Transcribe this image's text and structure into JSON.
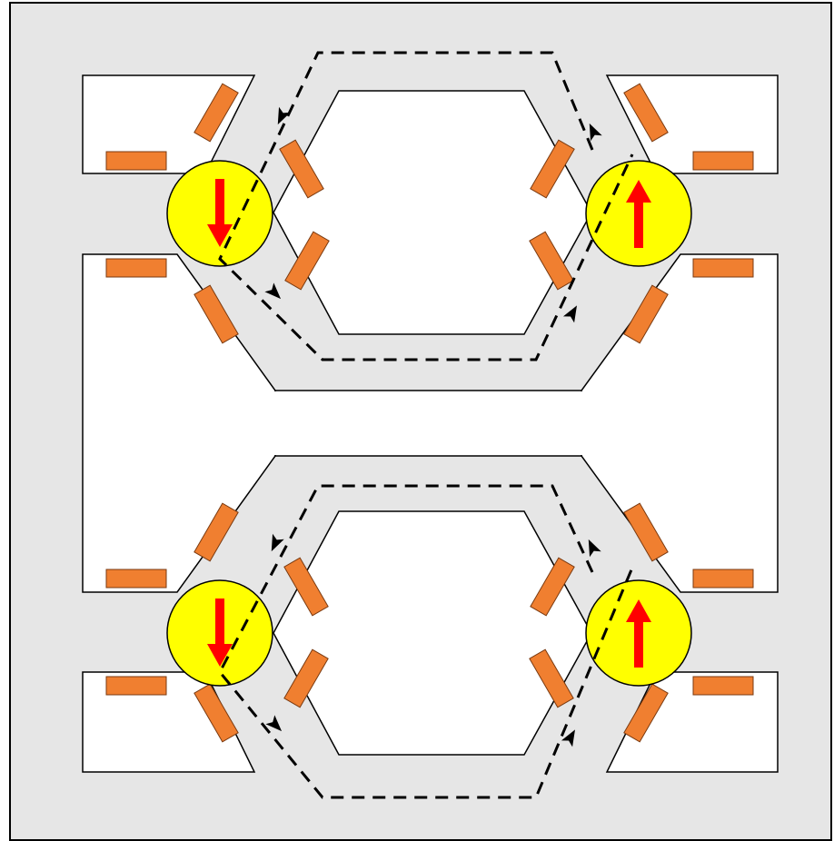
{
  "diagram": {
    "type": "roundabout-layout",
    "colors": {
      "background": "#e6e6e6",
      "frame": "#000000",
      "white_area": "#ffffff",
      "outline": "#000000",
      "marker_fill": "#f07f30",
      "marker_stroke": "#7a3a10",
      "circle_fill": "#ffff00",
      "arrow": "#ff0000",
      "path": "#000000"
    },
    "icons": {
      "marker": "orange-rectangle-marker",
      "direction_down": "red-down-arrow-icon",
      "direction_up": "red-up-arrow-icon",
      "flow_arrowhead": "arrowhead-icon"
    },
    "circles": [
      {
        "id": "top-left",
        "direction": "down"
      },
      {
        "id": "top-right",
        "direction": "up"
      },
      {
        "id": "bottom-left",
        "direction": "down"
      },
      {
        "id": "bottom-right",
        "direction": "up"
      }
    ],
    "loops": [
      {
        "id": "upper",
        "flow": "counter-clockwise"
      },
      {
        "id": "lower",
        "flow": "counter-clockwise"
      }
    ]
  }
}
